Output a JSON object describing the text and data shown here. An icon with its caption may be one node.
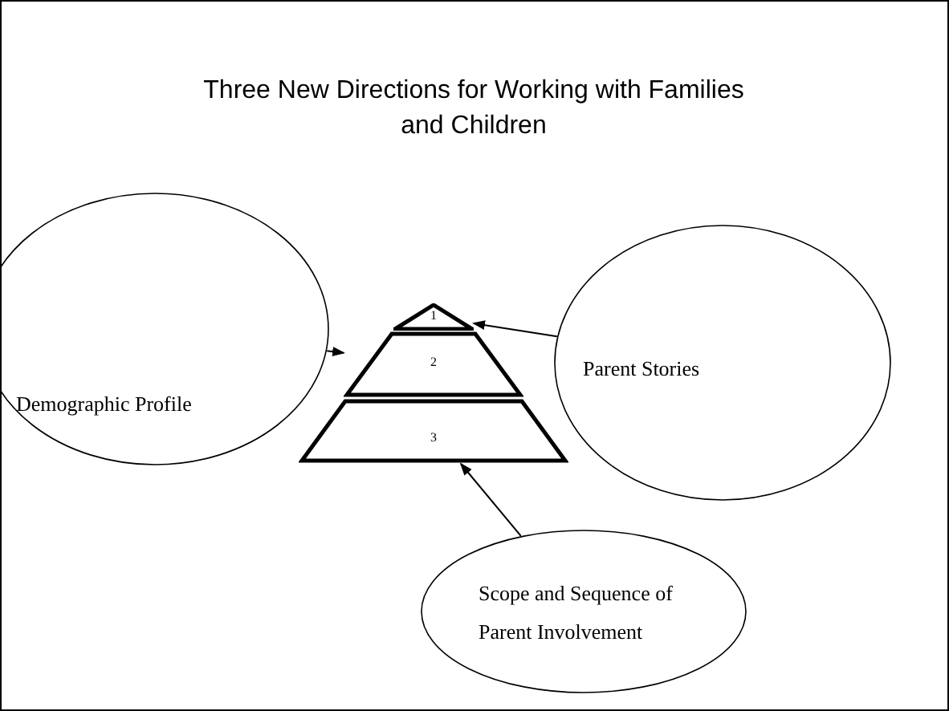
{
  "diagram": {
    "title": "Three New Directions for Working with Families and Children",
    "nodes": [
      {
        "text": [
          "Demographic Profile"
        ]
      },
      {
        "text": [
          "1"
        ]
      },
      {
        "text": [
          "2"
        ]
      },
      {
        "text": [
          "3"
        ]
      },
      {
        "text": [
          "Parent Stories"
        ]
      },
      {
        "text": [
          "Scope and Sequence of Parent Involvement"
        ]
      }
    ],
    "edges": [
      {
        "from": 0,
        "to": 2,
        "arrow": "to"
      },
      {
        "from": 4,
        "to": 1,
        "arrow": "to"
      },
      {
        "from": 5,
        "to": 3,
        "arrow": "to"
      }
    ]
  }
}
